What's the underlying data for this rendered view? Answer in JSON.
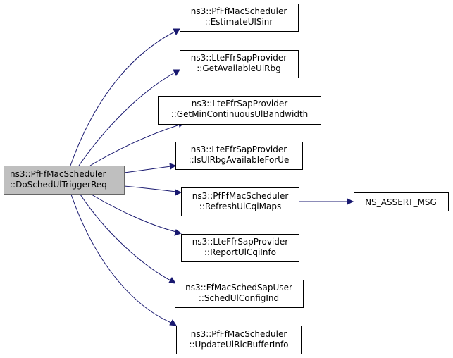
{
  "graph": {
    "edge_color": "#191970",
    "root_fill": "#bfbfbf",
    "root": {
      "line1": "ns3::PfFfMacScheduler",
      "line2": "::DoSchedUlTriggerReq"
    },
    "callees": [
      {
        "line1": "ns3::PfFfMacScheduler",
        "line2": "::EstimateUlSinr"
      },
      {
        "line1": "ns3::LteFfrSapProvider",
        "line2": "::GetAvailableUlRbg"
      },
      {
        "line1": "ns3::LteFfrSapProvider",
        "line2": "::GetMinContinuousUlBandwidth"
      },
      {
        "line1": "ns3::LteFfrSapProvider",
        "line2": "::IsUlRbgAvailableForUe"
      },
      {
        "line1": "ns3::PfFfMacScheduler",
        "line2": "::RefreshUlCqiMaps"
      },
      {
        "line1": "ns3::LteFfrSapProvider",
        "line2": "::ReportUlCqiInfo"
      },
      {
        "line1": "ns3::FfMacSchedSapUser",
        "line2": "::SchedUlConfigInd"
      },
      {
        "line1": "ns3::PfFfMacScheduler",
        "line2": "::UpdateUlRlcBufferInfo"
      }
    ],
    "leaf": {
      "label": "NS_ASSERT_MSG"
    }
  }
}
